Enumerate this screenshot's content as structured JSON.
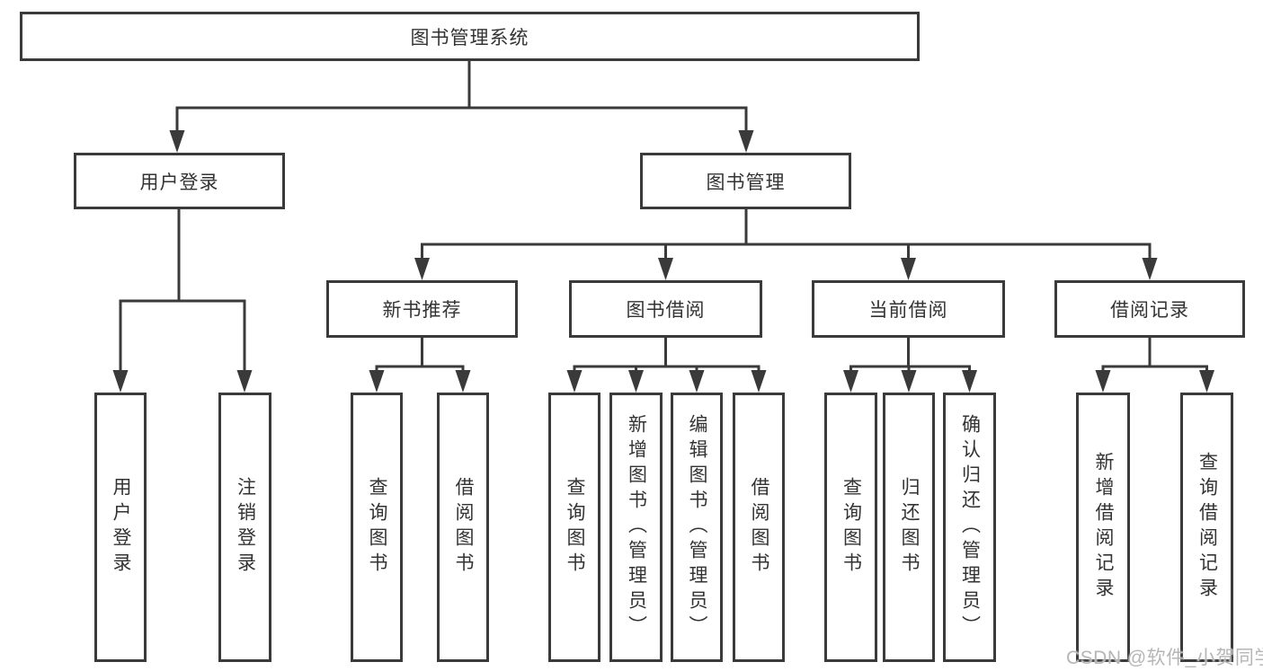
{
  "diagram": {
    "root": {
      "label": "图书管理系统"
    },
    "branches": [
      {
        "label": "用户登录",
        "children": [
          {
            "label": "用户登录"
          },
          {
            "label": "注销登录"
          }
        ]
      },
      {
        "label": "图书管理",
        "children": [
          {
            "label": "新书推荐",
            "children": [
              {
                "label": "查询图书"
              },
              {
                "label": "借阅图书"
              }
            ]
          },
          {
            "label": "图书借阅",
            "children": [
              {
                "label": "查询图书"
              },
              {
                "label": "新增图书（管理员）"
              },
              {
                "label": "编辑图书（管理员）"
              },
              {
                "label": "借阅图书"
              }
            ]
          },
          {
            "label": "当前借阅",
            "children": [
              {
                "label": "查询图书"
              },
              {
                "label": "归还图书"
              },
              {
                "label": "确认归还（管理员）"
              }
            ]
          },
          {
            "label": "借阅记录",
            "children": [
              {
                "label": "新增借阅记录"
              },
              {
                "label": "查询借阅记录"
              }
            ]
          }
        ]
      }
    ]
  },
  "watermark": {
    "text": "CSDN @软件_小贺同学"
  },
  "colors": {
    "line": "#3a3a3a",
    "box_border": "#3a3a3a",
    "text": "#333333",
    "background": "#ffffff",
    "watermark": "#b6b6b6"
  }
}
